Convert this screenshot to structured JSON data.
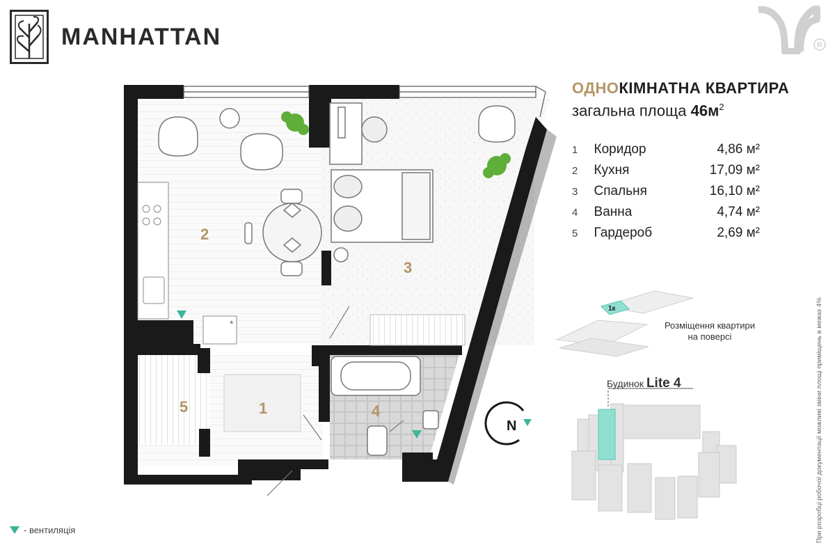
{
  "brand": {
    "name": "MANHATTAN"
  },
  "heading": {
    "title_accent": "ОДНО",
    "title_rest": "КІМНАТНА КВАРТИРА",
    "area_label": "загальна площа",
    "area_value": "46м",
    "area_exp": "2"
  },
  "rooms": [
    {
      "num": "1",
      "name": "Коридор",
      "area": "4,86 м²"
    },
    {
      "num": "2",
      "name": "Кухня",
      "area": "17,09 м²"
    },
    {
      "num": "3",
      "name": "Спальня",
      "area": "16,10 м²"
    },
    {
      "num": "4",
      "name": "Ванна",
      "area": "4,74 м²"
    },
    {
      "num": "5",
      "name": "Гардероб",
      "area": "2,69 м²"
    }
  ],
  "plan_labels": {
    "r1": "1",
    "r2": "2",
    "r3": "3",
    "r4": "4",
    "r5": "5",
    "compass": "N"
  },
  "location": {
    "unit_tag": "1к",
    "caption_line1": "Розміщення квартири",
    "caption_line2": "на поверсі",
    "building_prefix": "Будинок",
    "building_name": "Lite 4"
  },
  "side_note": "При розробці робочої документації можливі зміни площі приміщень в межах 4%",
  "legend": {
    "label": "- вентиляція"
  },
  "colors": {
    "accent": "#b59566",
    "vent": "#3bb59c",
    "wall": "#1a1a1a",
    "plant": "#5fae3a",
    "highlight": "#8fe0d0"
  }
}
